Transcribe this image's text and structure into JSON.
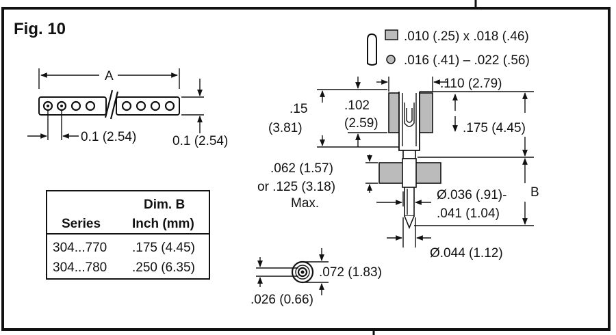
{
  "figure": {
    "title": "Fig. 10",
    "legend": {
      "square_pin": ".010 (.25) x  .018 (.46)",
      "round_pin": ".016 (.41) –  .022 (.56)"
    },
    "strip": {
      "label_a": "A",
      "pitch_horizontal": "0.1 (2.54)",
      "pitch_vertical": "0.1 (2.54)"
    },
    "table": {
      "header_series": "Series",
      "header_dim_b_line1": "Dim. B",
      "header_dim_b_line2": "Inch (mm)",
      "rows": [
        {
          "series": "304...770",
          "dim": ".175 (4.45)"
        },
        {
          "series": "304...780",
          "dim": ".250 (6.35)"
        }
      ]
    },
    "side_view": {
      "width_top": ".110 (2.79)",
      "height_outer_line1": ".15",
      "height_outer_line2": "(3.81)",
      "height_inner_line1": ".102",
      "height_inner_line2": "(2.59)",
      "height_right": ".175 (4.45)",
      "flange_line1": ".062 (1.57)",
      "flange_line2": "or .125 (3.18)",
      "flange_line3": "Max.",
      "label_b": "B",
      "dia_small_line1": "Ø.036 (.91)-",
      "dia_small_line2": ".041 (1.04)",
      "dia_large": "Ø.044 (1.12)"
    },
    "end_view": {
      "outer": ".072 (1.83)",
      "inner": ".026 (0.66)"
    }
  }
}
